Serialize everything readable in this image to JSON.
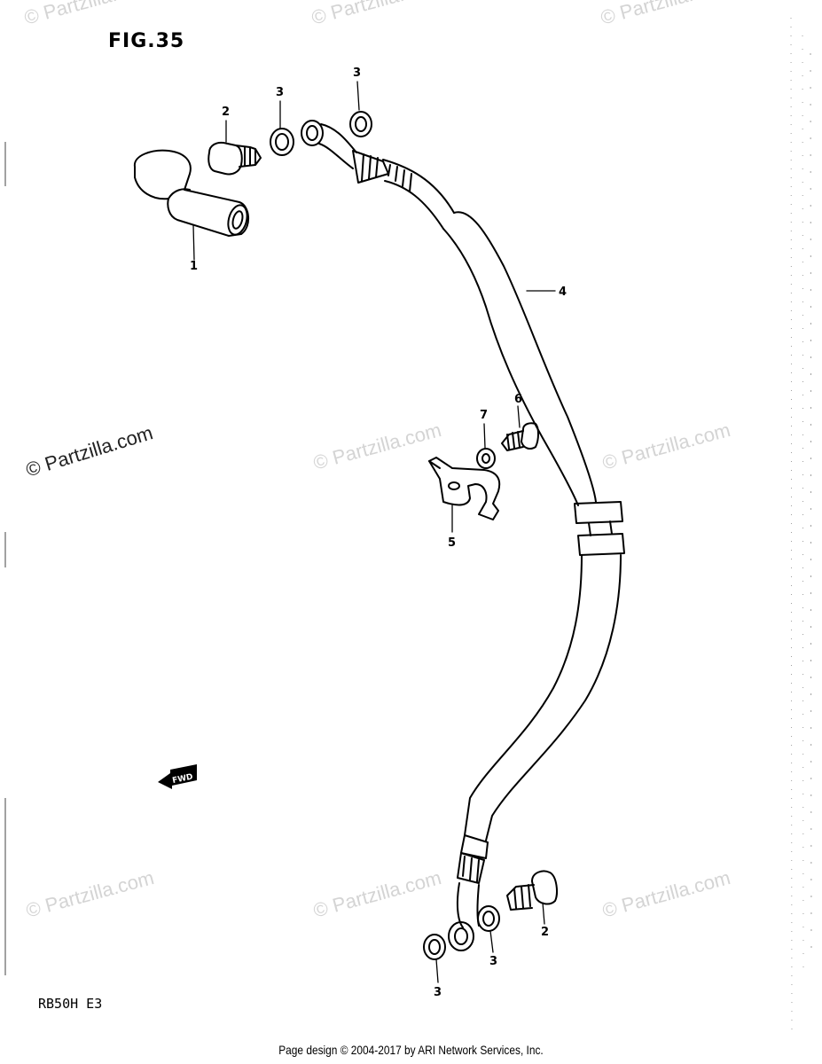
{
  "figure": {
    "title": "FIG.35",
    "model_code": "RB50H E3"
  },
  "watermarks": {
    "text": "© Partzilla.com",
    "featured_text": "© Partzilla.com"
  },
  "callouts": [
    {
      "id": "c1",
      "label": "1"
    },
    {
      "id": "c2a",
      "label": "2"
    },
    {
      "id": "c3a",
      "label": "3"
    },
    {
      "id": "c3b",
      "label": "3"
    },
    {
      "id": "c4",
      "label": "4"
    },
    {
      "id": "c5",
      "label": "5"
    },
    {
      "id": "c6",
      "label": "6"
    },
    {
      "id": "c7",
      "label": "7"
    },
    {
      "id": "c2b",
      "label": "2"
    },
    {
      "id": "c3c",
      "label": "3"
    },
    {
      "id": "c3d",
      "label": "3"
    }
  ],
  "fwd_arrow": {
    "label": "FWD"
  },
  "footer": {
    "text": "Page design © 2004-2017 by ARI Network Services, Inc."
  }
}
